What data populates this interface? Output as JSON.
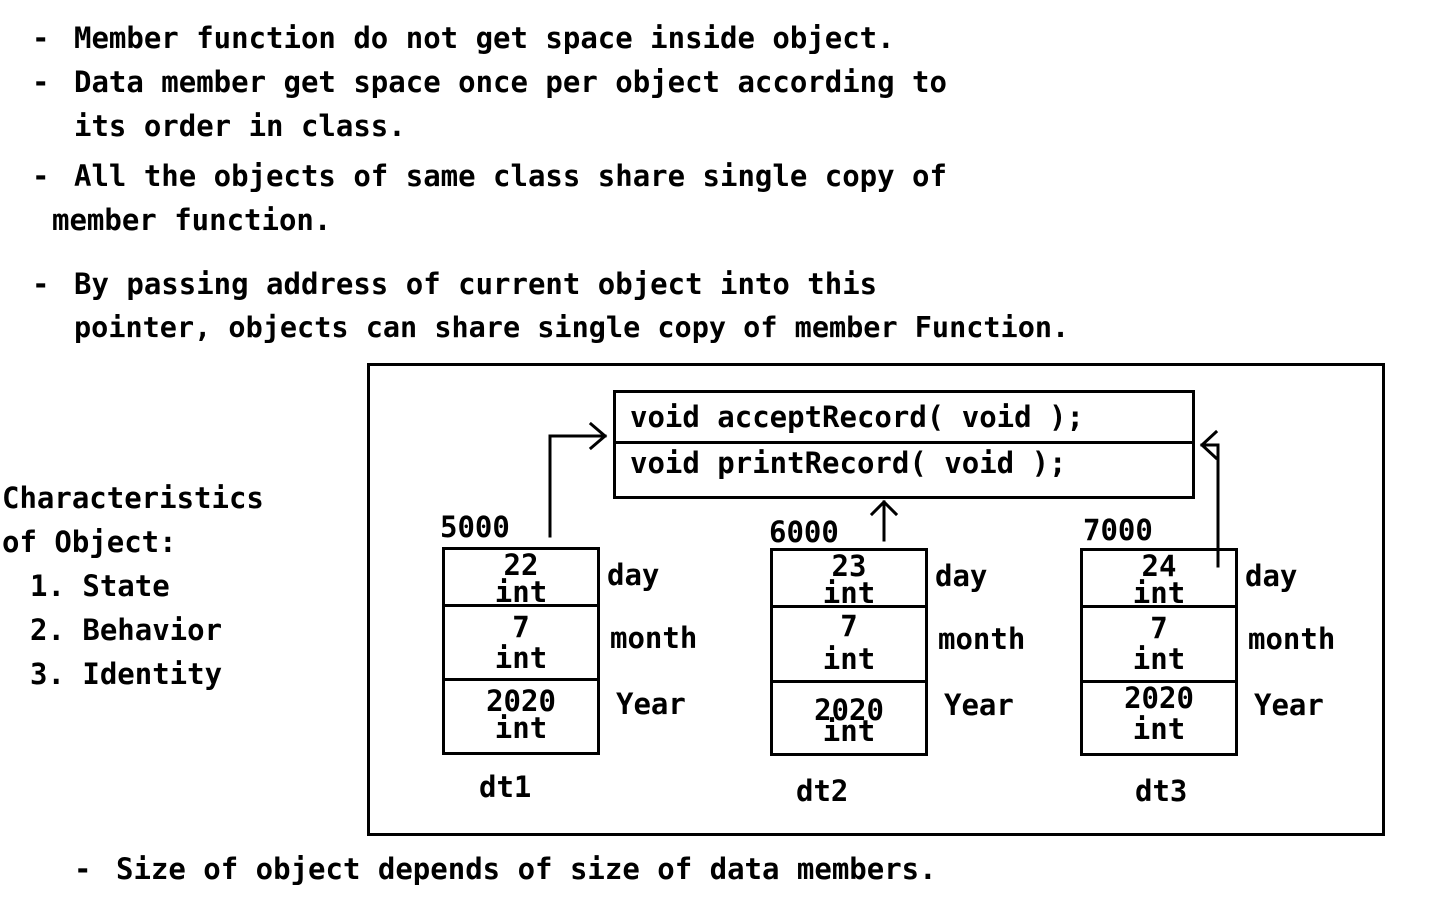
{
  "bullets": [
    {
      "marker": "-",
      "lines": [
        "Member function do not get space inside object."
      ]
    },
    {
      "marker": "-",
      "lines": [
        "Data member get space once per object according to",
        "its order in class."
      ]
    },
    {
      "marker": "-",
      "lines": [
        "All the objects of same class share single copy of",
        "member function."
      ]
    },
    {
      "marker": "-",
      "lines": [
        "By passing address of current object into this",
        "pointer, objects can share single copy of member Function."
      ]
    }
  ],
  "characteristics": {
    "heading_lines": [
      "Characteristics",
      "of Object:"
    ],
    "items": [
      "1. State",
      "2. Behavior",
      "3. Identity"
    ]
  },
  "functions": [
    "void acceptRecord( void );",
    "void printRecord( void );"
  ],
  "objects": [
    {
      "name": "dt1",
      "address": "5000",
      "fields": [
        {
          "value": "22",
          "type": "int",
          "label": "day"
        },
        {
          "value": "7",
          "type": "int",
          "label": "month"
        },
        {
          "value": "2020",
          "type": "int",
          "label": "Year"
        }
      ]
    },
    {
      "name": "dt2",
      "address": "6000",
      "fields": [
        {
          "value": "23",
          "type": "int",
          "label": "day"
        },
        {
          "value": "7",
          "type": "int",
          "label": "month"
        },
        {
          "value": "2020",
          "type": "int",
          "label": "Year"
        }
      ]
    },
    {
      "name": "dt3",
      "address": "7000",
      "fields": [
        {
          "value": "24",
          "type": "int",
          "label": "day"
        },
        {
          "value": "7",
          "type": "int",
          "label": "month"
        },
        {
          "value": "2020",
          "type": "int",
          "label": "Year"
        }
      ]
    }
  ],
  "footer": {
    "marker": "-",
    "text": "Size of object depends of size of data members."
  }
}
